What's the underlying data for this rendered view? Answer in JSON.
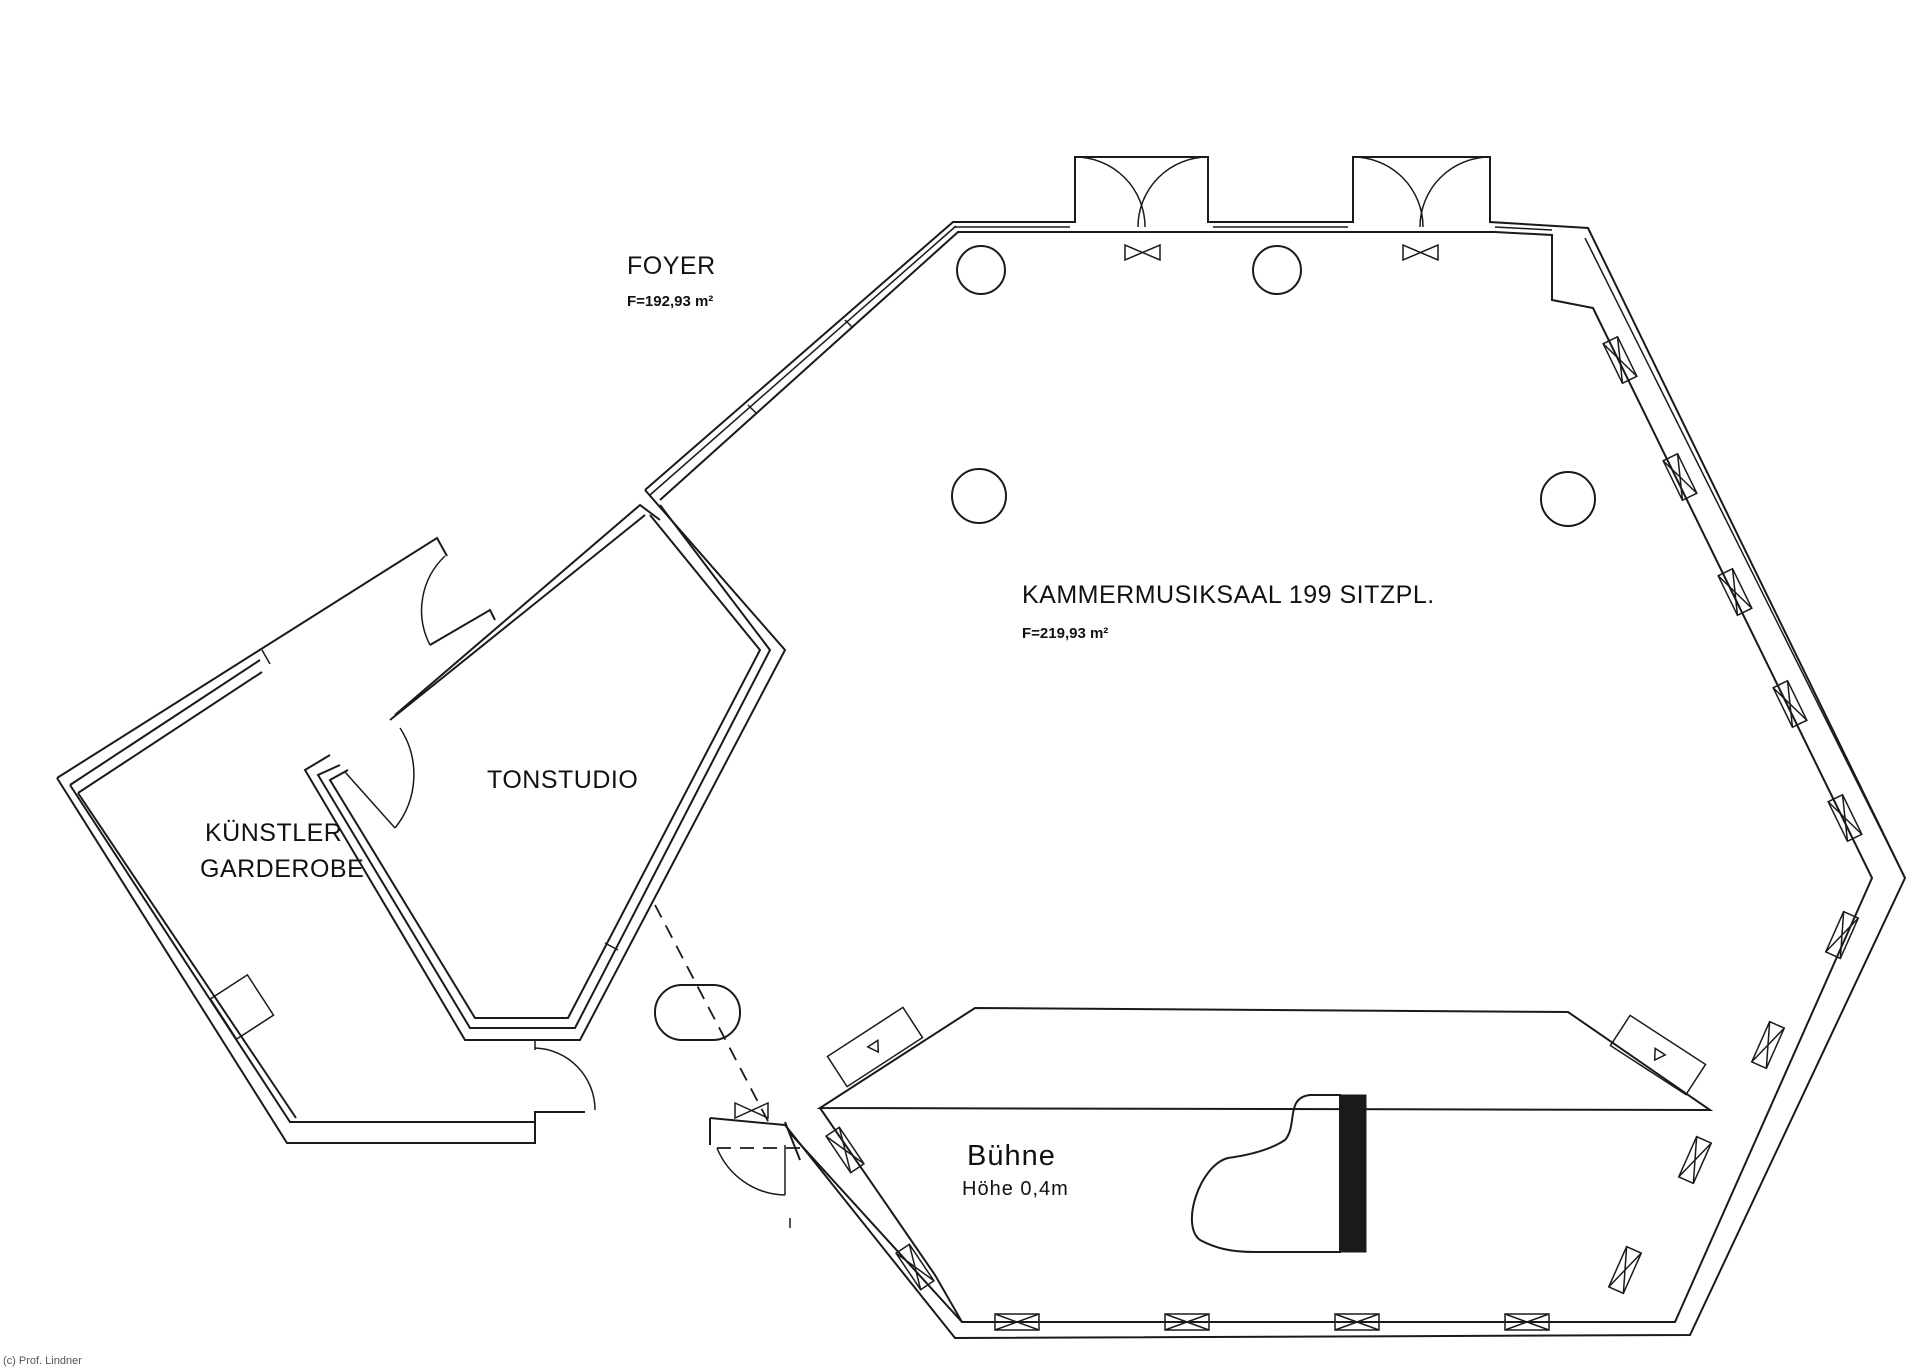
{
  "rooms": {
    "foyer": {
      "name": "FOYER",
      "area": "F=192,93 m²"
    },
    "kammermusiksaal": {
      "name": "KAMMERMUSIKSAAL 199 SITZPL.",
      "area": "F=219,93 m²"
    },
    "tonstudio": {
      "name": "TONSTUDIO"
    },
    "garderobe": {
      "line1": "KÜNSTLER",
      "line2": "GARDEROBE"
    },
    "buehne": {
      "name": "Bühne",
      "height": "Höhe 0,4m"
    }
  },
  "credit": "(c) Prof. Lindner",
  "colors": {
    "line": "#1a1a1a",
    "background": "#ffffff"
  }
}
